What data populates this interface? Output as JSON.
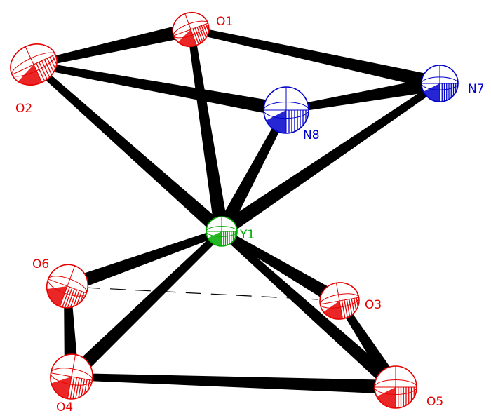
{
  "atoms": [
    {
      "id": "O1",
      "label": "O1",
      "element": "O"
    },
    {
      "id": "O2",
      "label": "O2",
      "element": "O"
    },
    {
      "id": "N7",
      "label": "N7",
      "element": "N"
    },
    {
      "id": "N8",
      "label": "N8",
      "element": "N"
    },
    {
      "id": "Y1",
      "label": "Y1",
      "element": "Y"
    },
    {
      "id": "O6",
      "label": "O6",
      "element": "O"
    },
    {
      "id": "O3",
      "label": "O3",
      "element": "O"
    },
    {
      "id": "O4",
      "label": "O4",
      "element": "O"
    },
    {
      "id": "O5",
      "label": "O5",
      "element": "O"
    }
  ],
  "bonds": [
    {
      "a": "O2",
      "b": "O1",
      "style": "solid"
    },
    {
      "a": "O1",
      "b": "N7",
      "style": "solid"
    },
    {
      "a": "O2",
      "b": "N8",
      "style": "solid"
    },
    {
      "a": "N8",
      "b": "N7",
      "style": "solid"
    },
    {
      "a": "O2",
      "b": "Y1",
      "style": "solid"
    },
    {
      "a": "O1",
      "b": "Y1",
      "style": "solid"
    },
    {
      "a": "N8",
      "b": "Y1",
      "style": "solid"
    },
    {
      "a": "N7",
      "b": "Y1",
      "style": "solid"
    },
    {
      "a": "Y1",
      "b": "O6",
      "style": "solid"
    },
    {
      "a": "Y1",
      "b": "O3",
      "style": "solid"
    },
    {
      "a": "Y1",
      "b": "O4",
      "style": "solid"
    },
    {
      "a": "Y1",
      "b": "O5",
      "style": "solid"
    },
    {
      "a": "O6",
      "b": "O4",
      "style": "solid"
    },
    {
      "a": "O3",
      "b": "O5",
      "style": "solid"
    },
    {
      "a": "O4",
      "b": "O5",
      "style": "solid"
    },
    {
      "a": "O6",
      "b": "O3",
      "style": "dashed"
    }
  ],
  "colors": {
    "O": "#e60000",
    "N": "#0000cc",
    "Y": "#00aa00",
    "bond": "#000000",
    "dashed": "#000000"
  }
}
